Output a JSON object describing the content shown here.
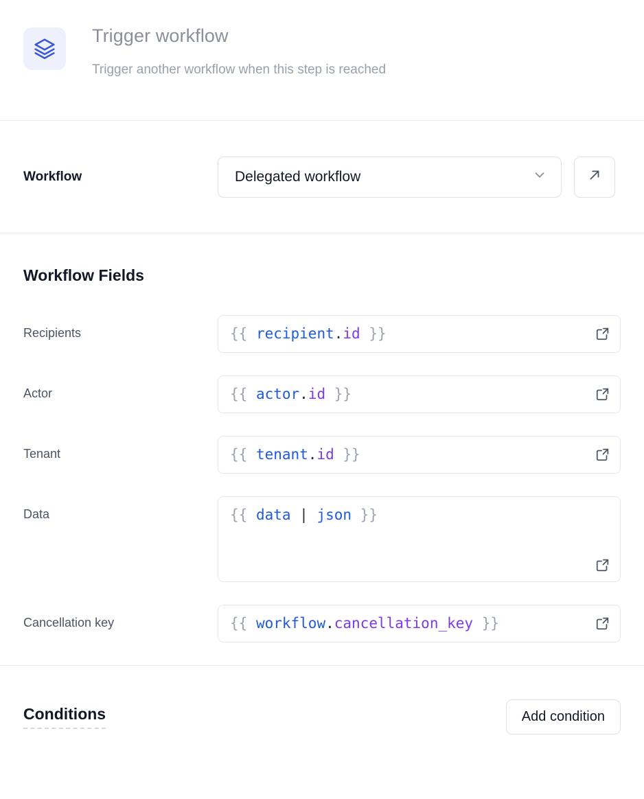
{
  "header": {
    "icon": "layers-icon",
    "icon_color": "#3b57d6",
    "icon_bg": "#eef1fc",
    "title": "Trigger workflow",
    "subtitle": "Trigger another workflow when this step is reached"
  },
  "workflow_row": {
    "label": "Workflow",
    "select_value": "Delegated workflow",
    "select_icon": "chevron-down-icon",
    "open_button_icon": "arrow-up-right-icon"
  },
  "fields_section": {
    "title": "Workflow Fields",
    "fields": [
      {
        "label": "Recipients",
        "value": "{{ recipient.id }}",
        "multiline": false,
        "tokens": [
          {
            "text": "{{ ",
            "type": "brace"
          },
          {
            "text": "recipient",
            "type": "obj"
          },
          {
            "text": ".",
            "type": "dot"
          },
          {
            "text": "id",
            "type": "prop"
          },
          {
            "text": " }}",
            "type": "brace"
          }
        ],
        "action_icon": "external-link-icon"
      },
      {
        "label": "Actor",
        "value": "{{ actor.id }}",
        "multiline": false,
        "tokens": [
          {
            "text": "{{ ",
            "type": "brace"
          },
          {
            "text": "actor",
            "type": "obj"
          },
          {
            "text": ".",
            "type": "dot"
          },
          {
            "text": "id",
            "type": "prop"
          },
          {
            "text": " }}",
            "type": "brace"
          }
        ],
        "action_icon": "external-link-icon"
      },
      {
        "label": "Tenant",
        "value": "{{ tenant.id }}",
        "multiline": false,
        "tokens": [
          {
            "text": "{{ ",
            "type": "brace"
          },
          {
            "text": "tenant",
            "type": "obj"
          },
          {
            "text": ".",
            "type": "dot"
          },
          {
            "text": "id",
            "type": "prop"
          },
          {
            "text": " }}",
            "type": "brace"
          }
        ],
        "action_icon": "external-link-icon"
      },
      {
        "label": "Data",
        "value": "{{ data | json }}",
        "multiline": true,
        "tokens": [
          {
            "text": "{{ ",
            "type": "brace"
          },
          {
            "text": "data",
            "type": "obj"
          },
          {
            "text": " | ",
            "type": "pipe"
          },
          {
            "text": "json",
            "type": "filter"
          },
          {
            "text": " }}",
            "type": "brace"
          }
        ],
        "action_icon": "external-link-icon"
      },
      {
        "label": "Cancellation key",
        "value": "{{ workflow.cancellation_key }}",
        "multiline": false,
        "tokens": [
          {
            "text": "{{ ",
            "type": "brace"
          },
          {
            "text": "workflow",
            "type": "obj"
          },
          {
            "text": ".",
            "type": "dot"
          },
          {
            "text": "cancellation_key",
            "type": "prop"
          },
          {
            "text": " }}",
            "type": "brace"
          }
        ],
        "action_icon": "external-link-icon"
      }
    ]
  },
  "conditions_section": {
    "title": "Conditions",
    "add_button_label": "Add condition"
  },
  "colors": {
    "accent": "#3b57d6",
    "token_object": "#1e5ae0",
    "token_property": "#7c3aed",
    "token_brace": "#9ca3af",
    "border": "#e6e7ec",
    "divider": "#e8e9ee",
    "label_text": "#4b5563",
    "title_text": "#111827",
    "header_title_text": "#8a8f9a"
  }
}
